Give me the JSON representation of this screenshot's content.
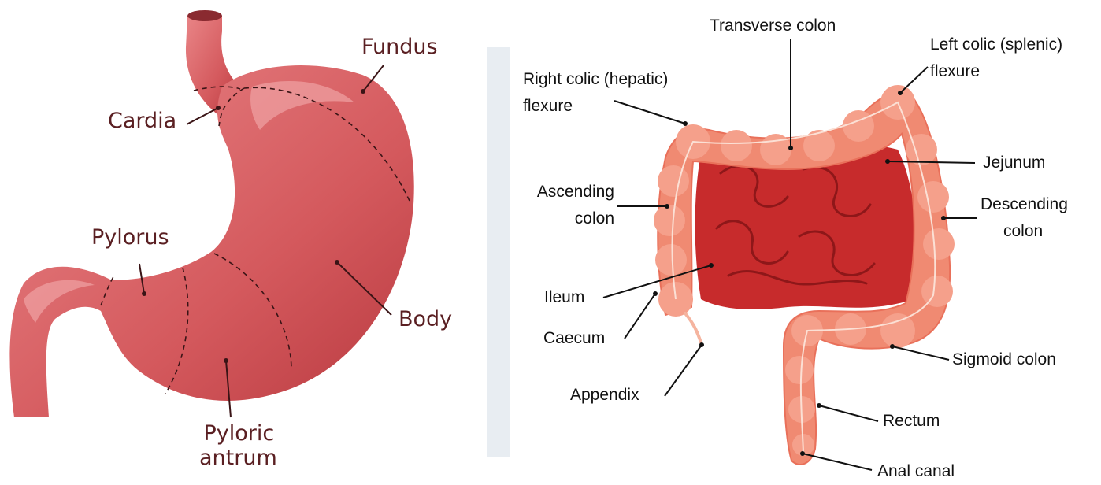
{
  "stomach": {
    "labels": {
      "fundus": "Fundus",
      "cardia": "Cardia",
      "pylorus": "Pylorus",
      "body": "Body",
      "pyloric_antrum_line1": "Pyloric",
      "pyloric_antrum_line2": "antrum"
    }
  },
  "large_intestine": {
    "labels": {
      "transverse_colon": "Transverse colon",
      "left_colic_line1": "Left colic (splenic)",
      "left_colic_line2": "flexure",
      "right_colic_line1": "Right colic (hepatic)",
      "right_colic_line2": "flexure",
      "jejunum": "Jejunum",
      "ascending_line1": "Ascending",
      "ascending_line2": "colon",
      "descending_line1": "Descending",
      "descending_line2": "colon",
      "ileum": "Ileum",
      "caecum": "Caecum",
      "sigmoid_colon": "Sigmoid colon",
      "appendix": "Appendix",
      "rectum": "Rectum",
      "anal_canal": "Anal canal"
    }
  },
  "colors": {
    "stomach_fill": "#d8686b",
    "stomach_highlight": "#eb8e8f",
    "colon_fill": "#f08a72",
    "colon_highlight": "#f7b7a4",
    "small_intestine": "#c8282a",
    "label_text_stomach": "#5a1f22",
    "label_text_intestine": "#111111"
  }
}
